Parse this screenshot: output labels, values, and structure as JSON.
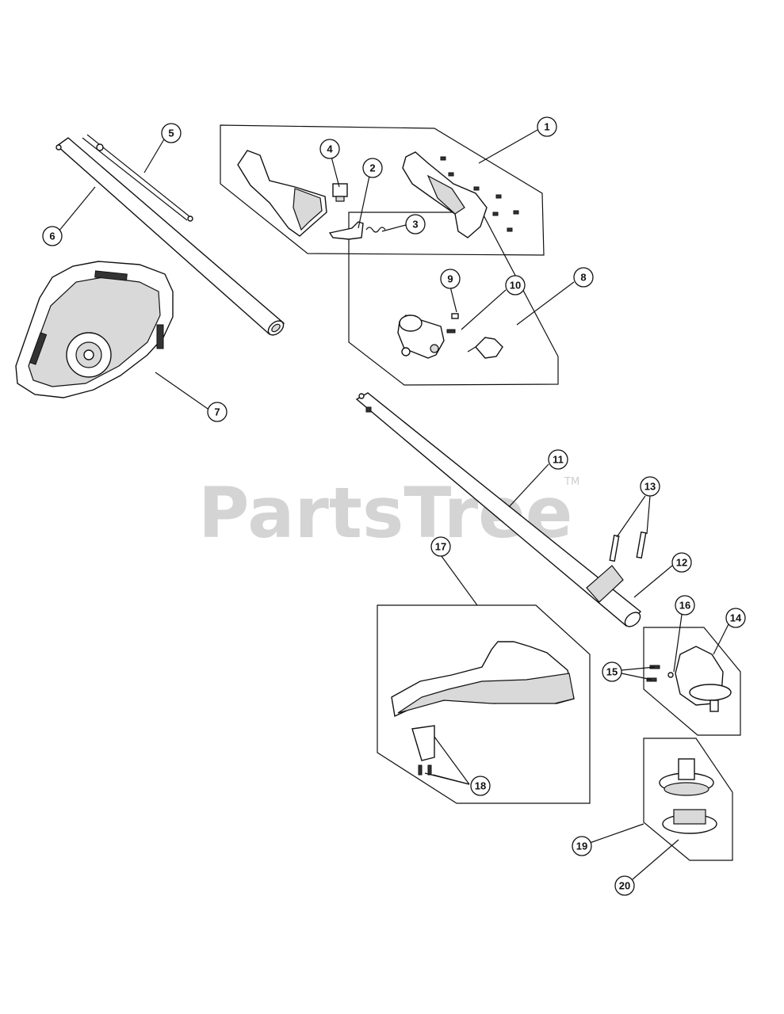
{
  "watermark": {
    "brand": "PartsTree",
    "trademark": "TM"
  },
  "callouts": [
    "1",
    "2",
    "3",
    "4",
    "5",
    "6",
    "7",
    "8",
    "9",
    "10",
    "11",
    "12",
    "13",
    "14",
    "15",
    "16",
    "17",
    "18",
    "19",
    "20"
  ]
}
